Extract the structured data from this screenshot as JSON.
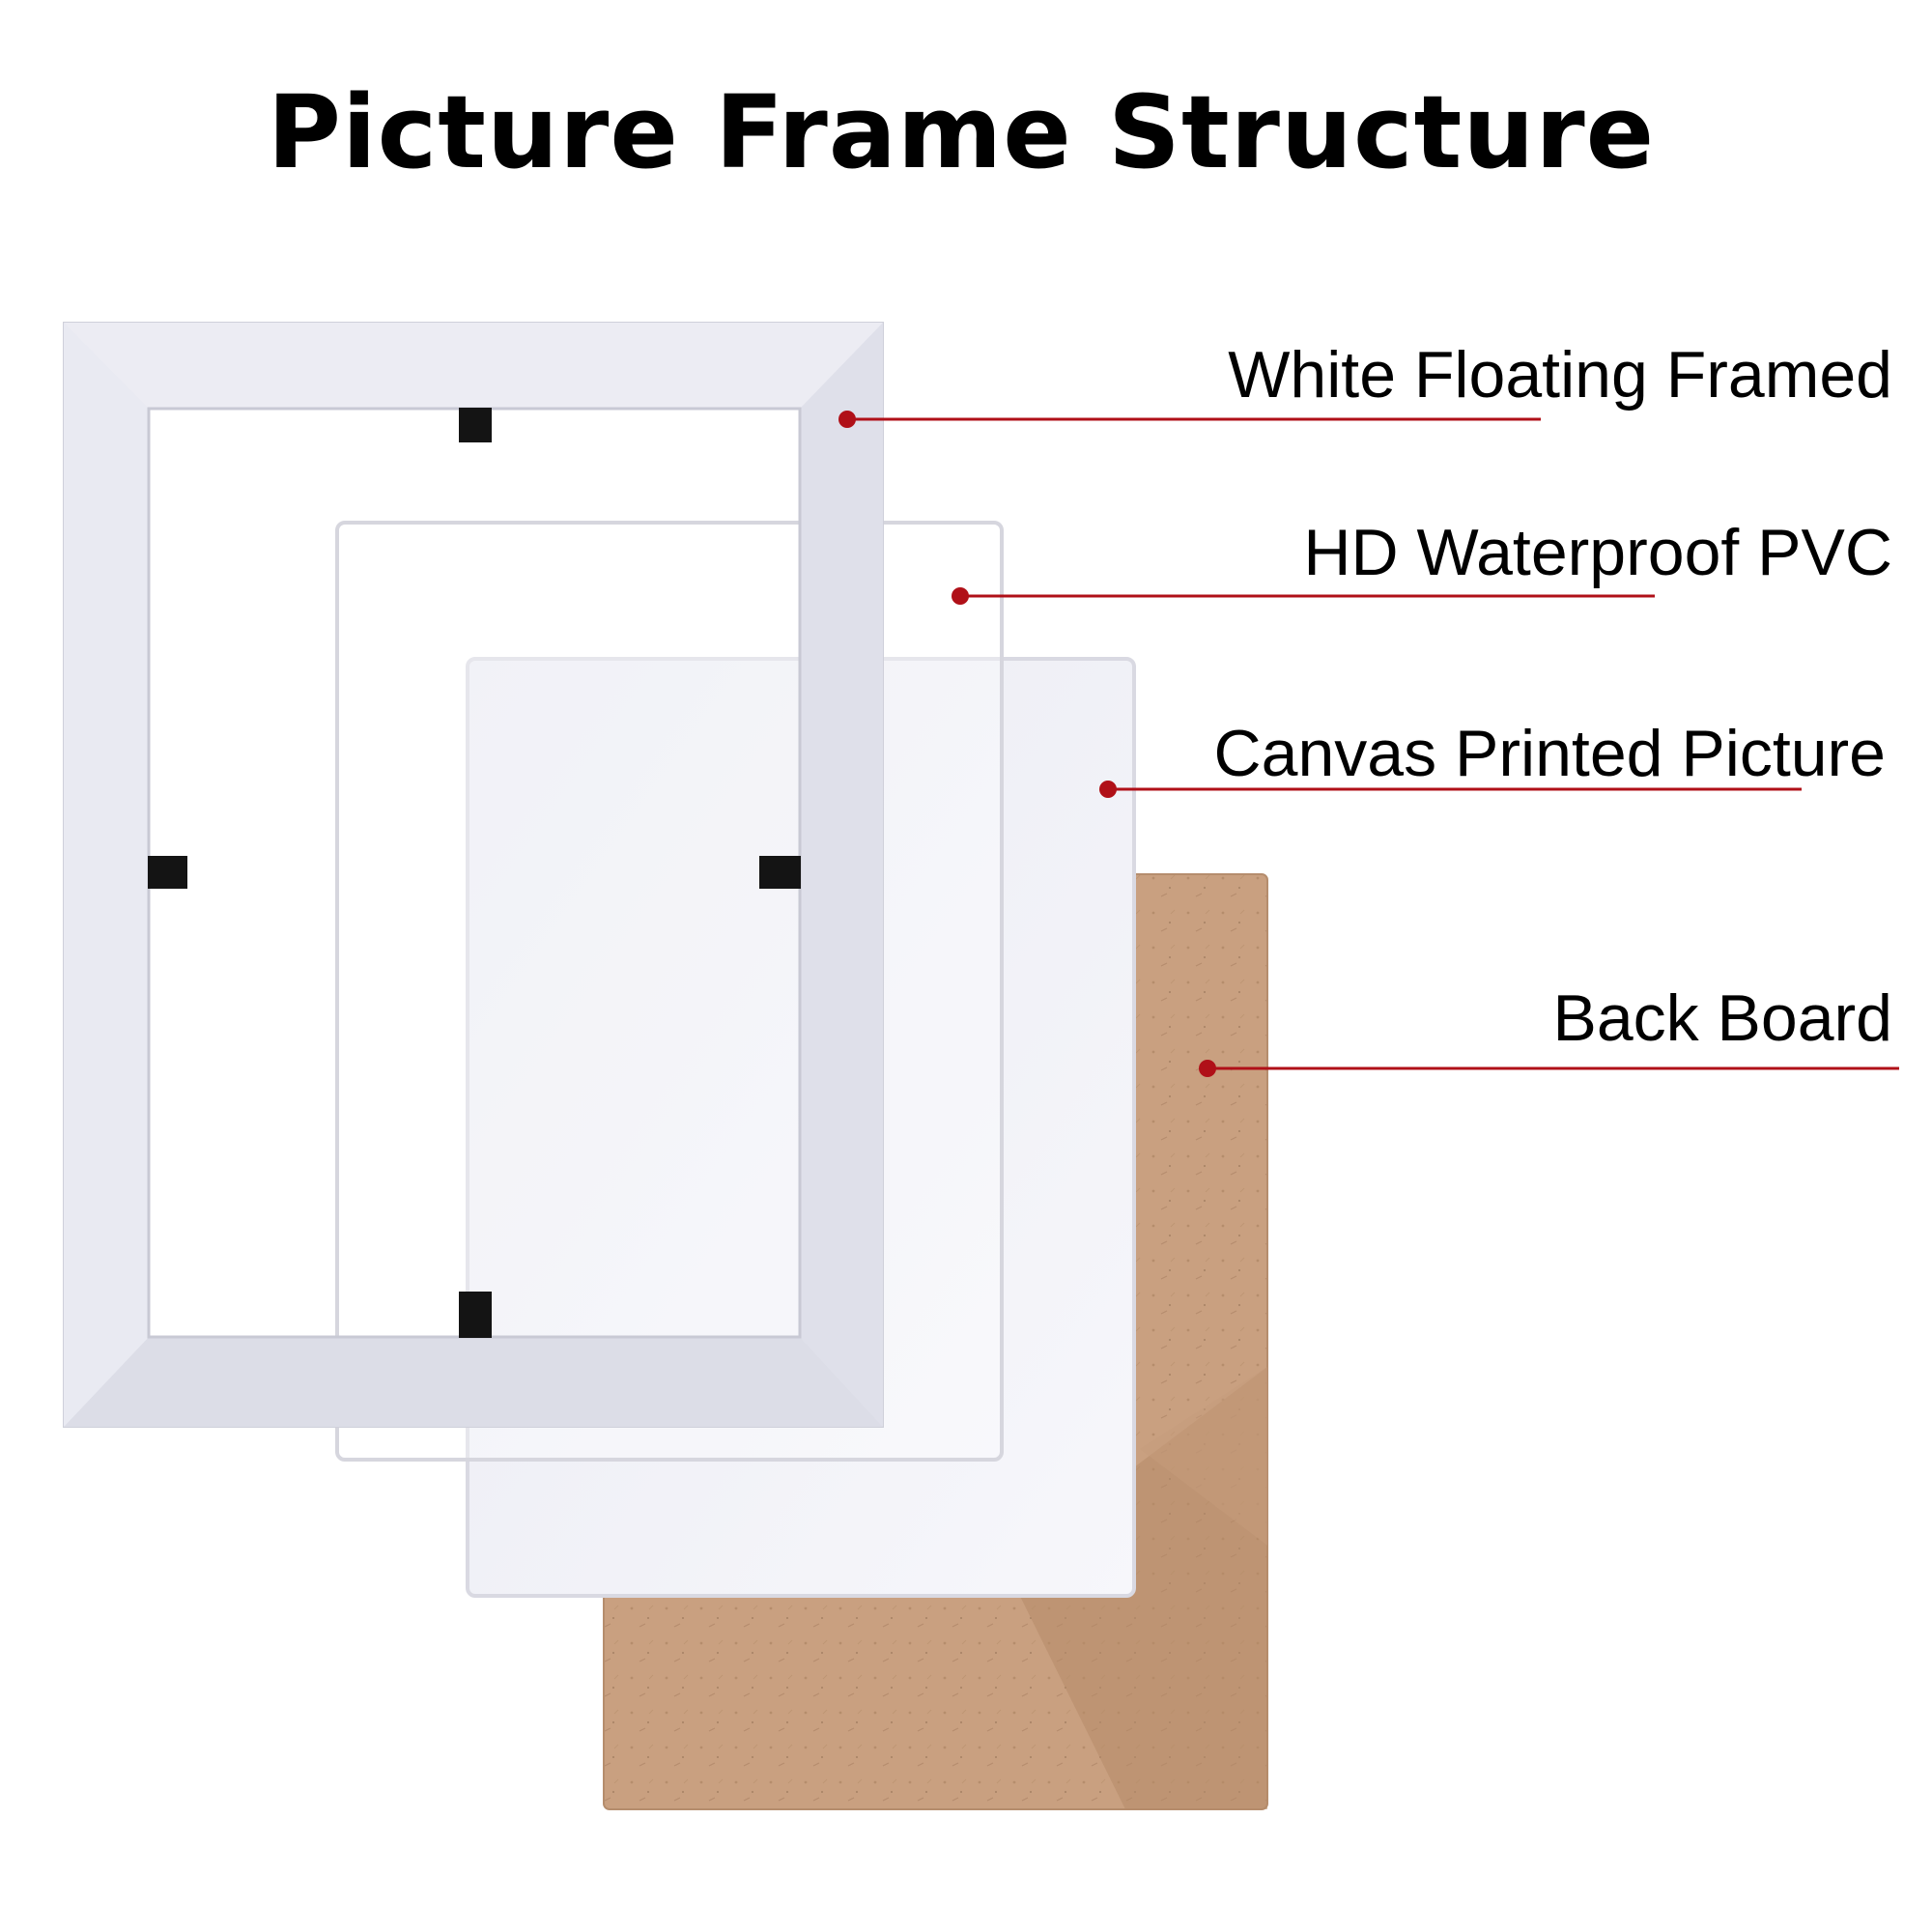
{
  "title": "Picture Frame Structure",
  "components": [
    {
      "id": "frame",
      "label": "White Floating Framed"
    },
    {
      "id": "pvc",
      "label": "HD Waterproof PVC"
    },
    {
      "id": "canvas",
      "label": "Canvas Printed Picture"
    },
    {
      "id": "back",
      "label": "Back Board"
    }
  ],
  "colors": {
    "callout": "#b01018",
    "frame": "#e6e7ef",
    "back_board": "#c9a080",
    "clip": "#141414"
  }
}
